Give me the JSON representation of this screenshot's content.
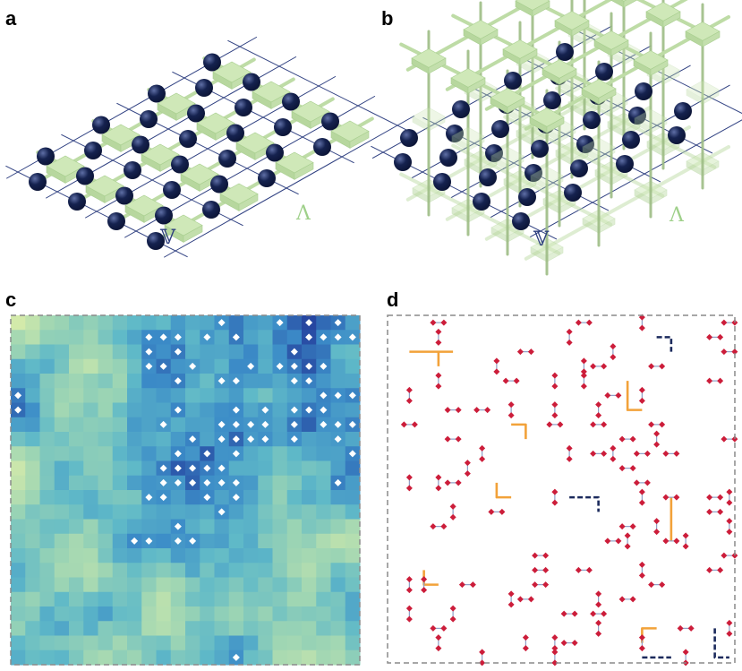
{
  "panels": [
    {
      "id": "a",
      "label": "a"
    },
    {
      "id": "b",
      "label": "b"
    },
    {
      "id": "c",
      "label": "c"
    },
    {
      "id": "d",
      "label": "d"
    }
  ],
  "symbols": {
    "vertex_set": "𝕍",
    "lattice": "Λ"
  },
  "colors": {
    "node": "#15224f",
    "grid_line": "#2e3f80",
    "cube": "#cfe8b8",
    "cube_edge": "#a9cf90",
    "rod": "#bedca6",
    "heat_low": "#d3eaaa",
    "heat_high": "#2a4aa0",
    "marker": "#ffffff",
    "defect": "#cc1d3a",
    "chain_orange": "#f2a23a",
    "chain_navy": "#1b2a5c",
    "frame": "#8a8a8a"
  }
}
